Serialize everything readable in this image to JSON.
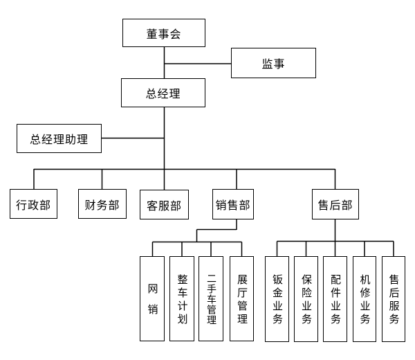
{
  "diagram": {
    "type": "org-chart",
    "background_color": "#ffffff",
    "line_color": "#000000",
    "text_color": "#000000",
    "nodes": {
      "board": {
        "label": "董事会"
      },
      "supervisor": {
        "label": "监事"
      },
      "general_manager": {
        "label": "总经理"
      },
      "gm_assistant": {
        "label": "总经理助理"
      },
      "admin_dept": {
        "label": "行政部"
      },
      "finance_dept": {
        "label": "财务部"
      },
      "customer_service_dept": {
        "label": "客服部"
      },
      "sales_dept": {
        "label": "销售部"
      },
      "after_sales_dept": {
        "label": "售后部"
      },
      "online_sales": {
        "label": "网销"
      },
      "vehicle_planning": {
        "label": "整车计划"
      },
      "used_car_management": {
        "label": "二手车管理"
      },
      "showroom_management": {
        "label": "展厅管理"
      },
      "sheet_metal": {
        "label": "钣金业务"
      },
      "insurance": {
        "label": "保险业务"
      },
      "parts": {
        "label": "配件业务"
      },
      "mechanical_repair": {
        "label": "机修业务"
      },
      "after_sales_service": {
        "label": "售后服务"
      }
    },
    "edges": [
      {
        "from": "board",
        "to": "supervisor"
      },
      {
        "from": "board",
        "to": "general_manager"
      },
      {
        "from": "general_manager",
        "to": "gm_assistant"
      },
      {
        "from": "general_manager",
        "to": "admin_dept"
      },
      {
        "from": "general_manager",
        "to": "finance_dept"
      },
      {
        "from": "general_manager",
        "to": "customer_service_dept"
      },
      {
        "from": "general_manager",
        "to": "sales_dept"
      },
      {
        "from": "general_manager",
        "to": "after_sales_dept"
      },
      {
        "from": "sales_dept",
        "to": "online_sales"
      },
      {
        "from": "sales_dept",
        "to": "vehicle_planning"
      },
      {
        "from": "sales_dept",
        "to": "used_car_management"
      },
      {
        "from": "sales_dept",
        "to": "showroom_management"
      },
      {
        "from": "after_sales_dept",
        "to": "sheet_metal"
      },
      {
        "from": "after_sales_dept",
        "to": "insurance"
      },
      {
        "from": "after_sales_dept",
        "to": "parts"
      },
      {
        "from": "after_sales_dept",
        "to": "mechanical_repair"
      },
      {
        "from": "after_sales_dept",
        "to": "after_sales_service"
      }
    ]
  }
}
